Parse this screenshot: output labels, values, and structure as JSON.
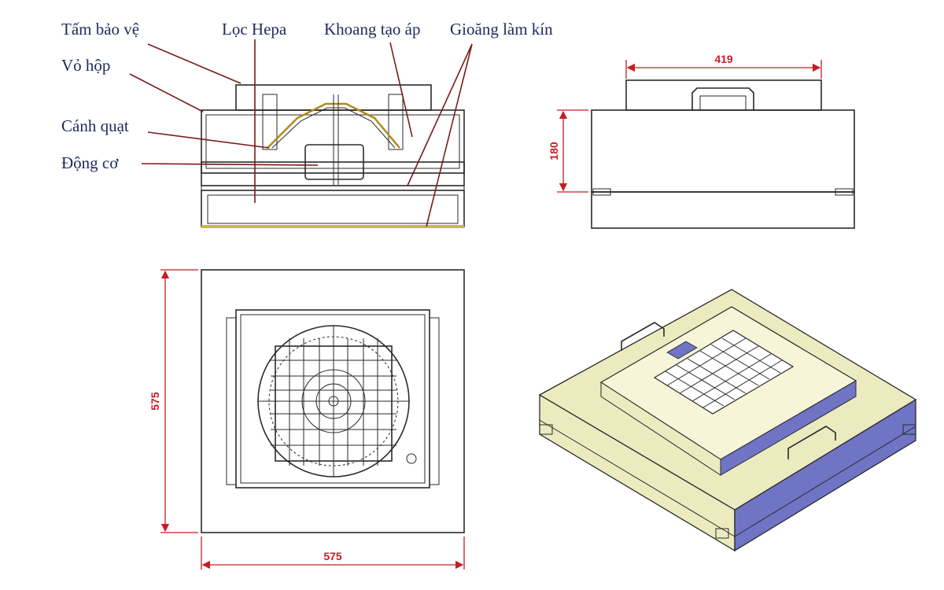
{
  "labels": {
    "protective_plate": "Tấm bảo vệ",
    "housing": "Vỏ hộp",
    "fan_blade": "Cánh quạt",
    "motor": "Động cơ",
    "hepa_filter": "Lọc Hepa",
    "pressure_chamber": "Khoang tạo áp",
    "sealing_gasket": "Gioăng làm kín"
  },
  "dimensions": {
    "side_width": "419",
    "side_height": "180",
    "front_height": "575",
    "front_width": "575"
  },
  "colors": {
    "filter_yellow": "#f3efb4",
    "box_cream": "#ecebc0",
    "box_blue": "#6f74c4",
    "dimension_red": "#c41e24",
    "label_blue": "#1e2a5c"
  }
}
